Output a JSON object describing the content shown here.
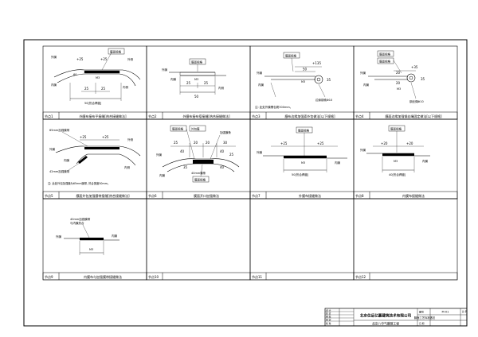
{
  "title_block": {
    "company": "北京住远亿嘉建筑技术有限公司",
    "project": "北京八中气膜馆工程",
    "drawing_title": "膜面工艺标准做法",
    "drawing_no_label": "图号",
    "drawing_no": "M-01",
    "small_labels": [
      "设 计",
      "校 对",
      "审 核",
      "审 定",
      "批 准",
      "日 期",
      "比 例"
    ]
  },
  "cells": [
    {
      "id": "1",
      "no": "节点1",
      "caption": "外膜布接布平接缝[热合接缝做法]",
      "labels": [
        "外膜",
        "内膜",
        "膜面规格",
        "+25",
        "+25",
        "外侧",
        "内侧",
        "25",
        "25",
        "50[热合焊缝]",
        "60",
        "M3"
      ]
    },
    {
      "id": "2",
      "no": "节点2",
      "caption": "外膜布接布搭接缝[热合接缝做法]",
      "labels": [
        "膜面规格",
        "M3",
        "外膜",
        "内膜",
        "25",
        "25",
        "50",
        "内侧"
      ]
    },
    {
      "id": "3",
      "no": "节点3",
      "caption": "膜布边缘加强索外包做法[以下规格]",
      "labels": [
        "膜面规格",
        "+135",
        "50",
        "M3",
        "外膜",
        "内膜",
        "35",
        "边缘钢索Φ10",
        "注: 此处外膜需包裹300mm。"
      ]
    },
    {
      "id": "4",
      "no": "节点4",
      "caption": "膜面边缘加强钢丝绳固定做法[以下规格]",
      "labels": [
        "膜面规格",
        "膜面规格",
        "+35",
        "20",
        "20",
        "M3",
        "外膜",
        "内膜",
        "35",
        "钢丝绳Φ10"
      ]
    },
    {
      "id": "5",
      "no": "节点5",
      "caption": "膜面外包加强膜带接缝[热合接缝做法]",
      "labels": [
        "65mm加强膜带",
        "+25",
        "+25",
        "外膜",
        "内膜",
        "外侧",
        "内侧",
        "42mm加强膜带",
        "注: 此处外包加强膜为65mm膜带, 热合宽度50mm。"
      ]
    },
    {
      "id": "6",
      "no": "节点6",
      "caption": "膜面开口加强做法",
      "labels": [
        "外膜",
        "内膜",
        "25",
        "40",
        "20",
        "20",
        "30",
        "40",
        "35",
        "40",
        "25",
        "膜面规格",
        "外包膜",
        "加强膜条",
        "40mm膜条",
        "膜面规格"
      ]
    },
    {
      "id": "7",
      "no": "节点7",
      "caption": "外膜布接缝做法",
      "labels": [
        "膜面规格",
        "+25",
        "+25",
        "外膜",
        "内膜",
        "M3",
        "50[热合焊缝]"
      ]
    },
    {
      "id": "8",
      "no": "节点8",
      "caption": "内膜布接缝做法",
      "labels": [
        "膜面规格",
        "+20",
        "+20",
        "外膜",
        "内膜",
        "M3",
        "40[热合焊缝]"
      ]
    },
    {
      "id": "9",
      "no": "节点9",
      "caption": "内膜布与加强膜带接缝做法",
      "labels": [
        "40mm加强膜带",
        "与内膜热合",
        "外膜",
        "内膜",
        "M3"
      ]
    },
    {
      "id": "10",
      "no": "节点10",
      "caption": "",
      "labels": []
    },
    {
      "id": "11",
      "no": "节点11",
      "caption": "",
      "labels": []
    },
    {
      "id": "12",
      "no": "节点12",
      "caption": "",
      "labels": []
    }
  ]
}
